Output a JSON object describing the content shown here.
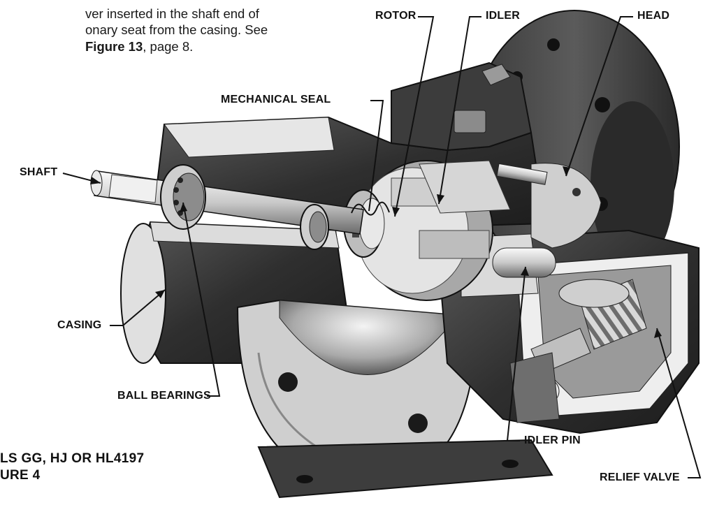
{
  "intro": {
    "line1": "ver inserted in the shaft end of",
    "line2": "onary seat from the casing. See",
    "line3_bold": "Figure 13",
    "line3_rest": ", page 8."
  },
  "callouts": {
    "rotor": "ROTOR",
    "idler": "IDLER",
    "head": "HEAD",
    "mechanical_seal": "MECHANICAL SEAL",
    "shaft": "SHAFT",
    "casing": "CASING",
    "ball_bearings": "BALL BEARINGS",
    "idler_pin": "IDLER PIN",
    "relief_valve": "RELIEF VALVE"
  },
  "caption": {
    "line1": "LS GG, HJ OR HL4197",
    "line2": "URE 4"
  }
}
